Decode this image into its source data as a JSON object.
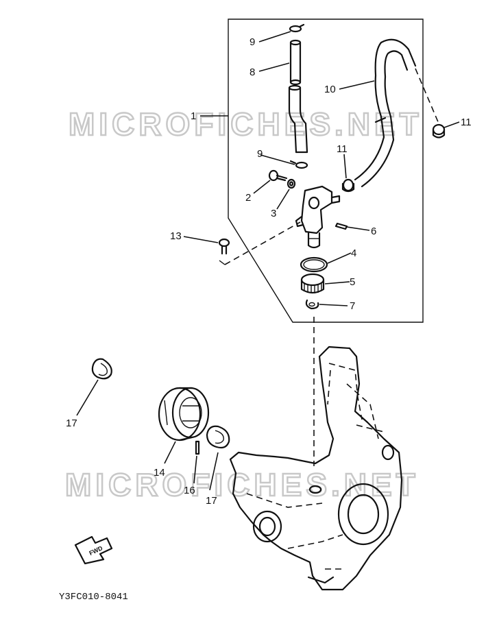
{
  "diagram": {
    "watermark": "MICROFICHES.NET",
    "figure_code": "Y3FC010-8041",
    "fwd_label": "FWD",
    "callouts": [
      "1",
      "2",
      "3",
      "4",
      "5",
      "6",
      "7",
      "8",
      "9",
      "9",
      "10",
      "11",
      "11",
      "13",
      "14",
      "16",
      "17",
      "17"
    ]
  }
}
